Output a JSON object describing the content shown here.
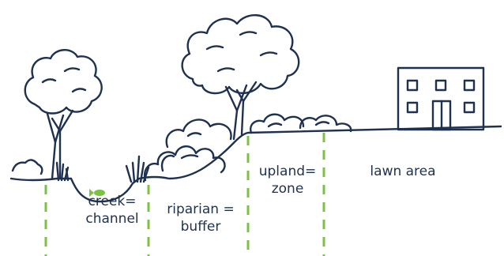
{
  "zones": [
    {
      "line1": "creek=",
      "line2": "channel"
    },
    {
      "line1": "riparian =",
      "line2": "buffer"
    },
    {
      "line1": "upland=",
      "line2": "zone"
    },
    {
      "line1": "lawn area",
      "line2": ""
    }
  ],
  "colors": {
    "ink": "#1f3150",
    "divider": "#7cc242",
    "fish": "#7cc242",
    "background": "#ffffff"
  },
  "icons": [
    "tree-icon",
    "fish-icon",
    "house-icon",
    "shrub-icon",
    "grass-icon"
  ]
}
